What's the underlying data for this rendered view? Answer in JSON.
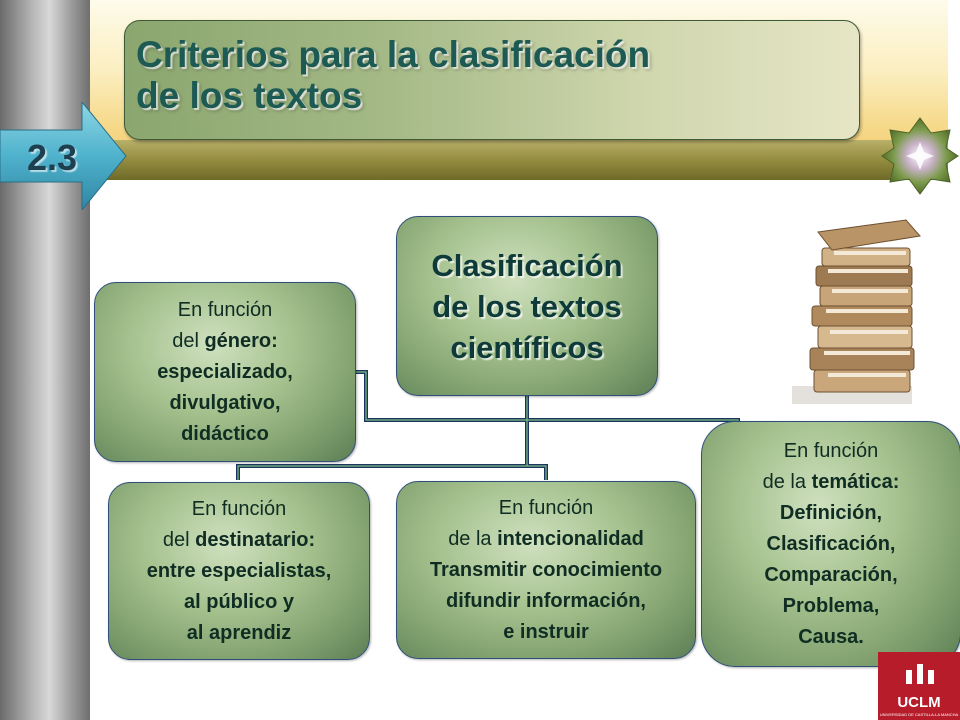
{
  "header": {
    "title_lines": [
      "Criterios para la clasificación",
      "de los textos"
    ],
    "section_number": "2.3"
  },
  "diagram": {
    "center": {
      "lines": [
        "Clasificación",
        "de los textos",
        "científicos"
      ]
    },
    "genero": {
      "lines": [
        {
          "parts": [
            {
              "text": "En función",
              "bold": false
            }
          ]
        },
        {
          "parts": [
            {
              "text": "del ",
              "bold": false
            },
            {
              "text": "género:",
              "bold": true
            }
          ]
        },
        {
          "parts": [
            {
              "text": "especializado,",
              "bold": true
            }
          ]
        },
        {
          "parts": [
            {
              "text": "divulgativo,",
              "bold": true
            }
          ]
        },
        {
          "parts": [
            {
              "text": "didáctico",
              "bold": true
            }
          ]
        }
      ]
    },
    "destinatario": {
      "lines": [
        {
          "parts": [
            {
              "text": "En función",
              "bold": false
            }
          ]
        },
        {
          "parts": [
            {
              "text": "del ",
              "bold": false
            },
            {
              "text": "destinatario:",
              "bold": true
            }
          ]
        },
        {
          "parts": [
            {
              "text": "entre especialistas,",
              "bold": true
            }
          ]
        },
        {
          "parts": [
            {
              "text": "al público y",
              "bold": true
            }
          ]
        },
        {
          "parts": [
            {
              "text": "al aprendiz",
              "bold": true
            }
          ]
        }
      ]
    },
    "intencionalidad": {
      "lines": [
        {
          "parts": [
            {
              "text": "En función",
              "bold": false
            }
          ]
        },
        {
          "parts": [
            {
              "text": "de la ",
              "bold": false
            },
            {
              "text": "intencionalidad",
              "bold": true
            }
          ]
        },
        {
          "parts": [
            {
              "text": "Transmitir conocimiento",
              "bold": true
            }
          ]
        },
        {
          "parts": [
            {
              "text": "difundir información,",
              "bold": true
            }
          ]
        },
        {
          "parts": [
            {
              "text": "e instruir",
              "bold": true
            }
          ]
        }
      ]
    },
    "tematica": {
      "lines": [
        {
          "parts": [
            {
              "text": "En función",
              "bold": false
            }
          ]
        },
        {
          "parts": [
            {
              "text": "de la ",
              "bold": false
            },
            {
              "text": "temática:",
              "bold": true
            }
          ]
        },
        {
          "parts": [
            {
              "text": "Definición,",
              "bold": true
            }
          ]
        },
        {
          "parts": [
            {
              "text": "Clasificación,",
              "bold": true
            }
          ]
        },
        {
          "parts": [
            {
              "text": "Comparación,",
              "bold": true
            }
          ]
        },
        {
          "parts": [
            {
              "text": "Problema,",
              "bold": true
            }
          ]
        },
        {
          "parts": [
            {
              "text": "Causa.",
              "bold": true
            }
          ]
        }
      ]
    }
  },
  "logo": {
    "text": "UCLM",
    "subtitle": "UNIVERSIDAD DE CASTILLA-LA MANCHA"
  },
  "colors": {
    "connector": "#1b3560",
    "title_text": "#1d5a54",
    "box_green": "#8aaa77",
    "logo_red": "#b71c2a"
  }
}
